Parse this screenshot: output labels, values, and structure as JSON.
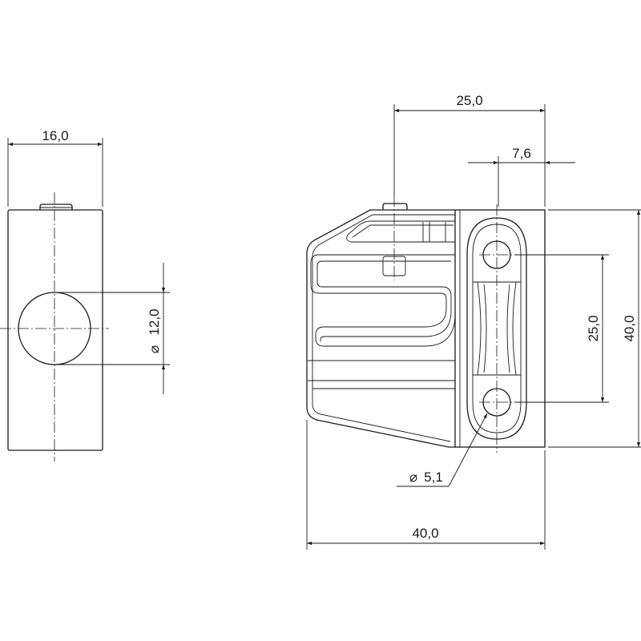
{
  "dimensions": {
    "side_width": "16,0",
    "hole_diameter": "12,0",
    "top_width": "25,0",
    "offset": "7,6",
    "hole_spacing": "25,0",
    "total_height": "40,0",
    "total_width": "40,0",
    "small_hole_diameter": "5,1"
  },
  "symbols": {
    "diameter": "⌀"
  }
}
